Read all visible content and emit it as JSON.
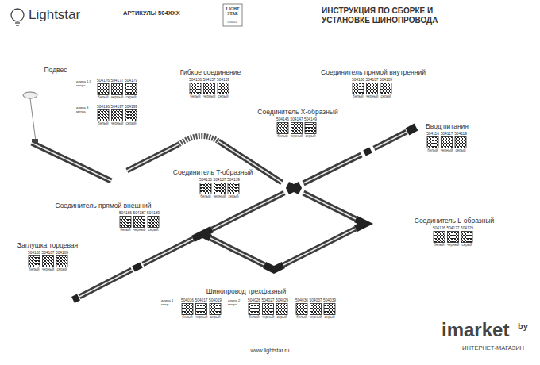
{
  "diagram": {
    "title": "ИНСТРУКЦИЯ ПО СБОРКЕ И УСТАНОВКЕ ШИНОПРОВОДА",
    "labels": [
      "Lightstar",
      "АРТИКУЛЫ 504XXX",
      "LIGHT STAR",
      "GROUP",
      "Подвес",
      "длина 1,5 метра",
      "504176",
      "504177",
      "504179",
      "белый",
      "черный",
      "серый",
      "длина 3 метра",
      "504196",
      "504197",
      "504199",
      "белый",
      "черный",
      "серый",
      "Гибкое соединение",
      "504156",
      "504157",
      "504159",
      "белый",
      "черный",
      "серый",
      "Соединитель прямой внутренний",
      "504106",
      "504107",
      "504109",
      "белый",
      "черный",
      "серый",
      "Соединитель X-образный",
      "504146",
      "504147",
      "504149",
      "белый",
      "черный",
      "серый",
      "Ввод питания",
      "504116",
      "504117",
      "504119",
      "белый",
      "черный",
      "серый",
      "Соединитель T-образный",
      "504136",
      "504137",
      "504139",
      "белый",
      "черный",
      "серый",
      "Соединитель прямой внешний",
      "504186",
      "504187",
      "504189",
      "белый",
      "черный",
      "серый",
      "Соединитель L-образный",
      "504126",
      "504127",
      "504129",
      "белый",
      "черный",
      "серый",
      "Заглушка торцевая",
      "504166",
      "504167",
      "504169",
      "белый",
      "черный",
      "серый",
      "Шинопровод трехфазный",
      "длина 1 метр",
      "504016",
      "504017",
      "504019",
      "белый",
      "черный",
      "серый",
      "длина 2 метра",
      "504026",
      "504027",
      "504029",
      "белый",
      "черный",
      "серый",
      "504036",
      "504037",
      "504039",
      "белый",
      "черный",
      "серый",
      "www.lightstar.ru",
      "imarket",
      "by",
      "ИНТЕРНЕТ-МАГАЗИН"
    ]
  }
}
